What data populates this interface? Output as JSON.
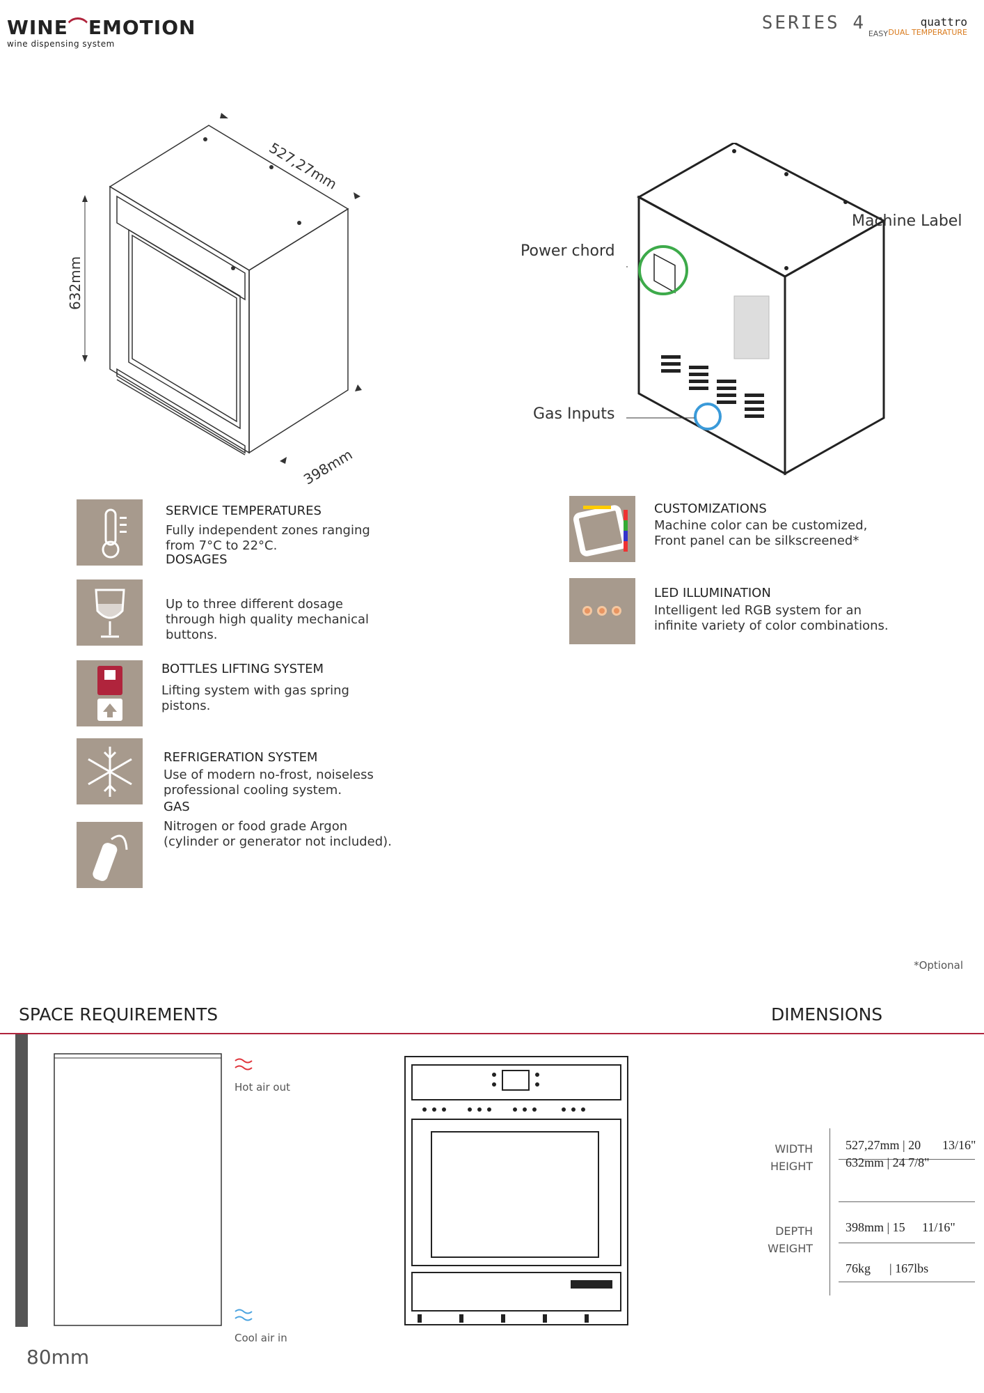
{
  "header": {
    "brand_logo": "WINE EMOTION",
    "brand_tagline": "wine dispensing system",
    "series": "SERIES 4",
    "series_sub": "EASY",
    "quattro": "quattro",
    "dual": "DUAL TEMPERATURE"
  },
  "iso_dimensions": {
    "width": "527,27mm",
    "height": "632mm",
    "depth": "398mm"
  },
  "callouts": {
    "power": "Power chord",
    "machine_label": "Machine Label",
    "gas_inputs": "Gas Inputs"
  },
  "features_left": [
    {
      "icon": "thermometer-icon",
      "title": "SERVICE TEMPERATURES",
      "text": "Fully independent zones ranging from 7°C to 22°C."
    },
    {
      "icon": "wine-glass-icon",
      "title": "DOSAGES",
      "text": "Up to three different dosage through high quality mechanical buttons."
    },
    {
      "icon": "bottle-lift-icon",
      "title": "BOTTLES LIFTING SYSTEM",
      "text": "Lifting system with gas spring pistons."
    },
    {
      "icon": "snowflake-icon",
      "title": "REFRIGERATION SYSTEM",
      "text": "Use of modern no-frost, noiseless professional cooling system."
    },
    {
      "icon": "gas-cylinder-icon",
      "title": "GAS",
      "text": "Nitrogen or food grade Argon (cylinder or generator not included)."
    }
  ],
  "features_right": [
    {
      "icon": "customization-icon",
      "title": "CUSTOMIZATIONS",
      "text": "Machine color can be customized, Front panel can be silkscreened*"
    },
    {
      "icon": "led-icon",
      "title": "LED ILLUMINATION",
      "text": "Intelligent led RGB system for an infinite variety of color combinations."
    }
  ],
  "optional_note": "*Optional",
  "space": {
    "title": "SPACE REQUIREMENTS",
    "hot_air": "Hot air out",
    "cool_air": "Cool air in",
    "clearance": "80mm"
  },
  "dimensions": {
    "title": "DIMENSIONS",
    "width_label": "WIDTH",
    "height_label": "HEIGHT",
    "depth_label": "DEPTH",
    "weight_label": "WEIGHT",
    "width_val": "527,27mm | 20",
    "width_frac": "13/16\"",
    "height_val": "632mm | 24 7/8\"",
    "depth_val": "398mm | 15",
    "depth_frac": "11/16\"",
    "weight_val": "76kg",
    "weight_lbs": "| 167lbs"
  },
  "colors": {
    "accent": "#b0243c",
    "icon_bg": "#a79a8d",
    "power_ring": "#3daa4a",
    "gas_ring": "#3a9ad9",
    "hot": "#e0333a",
    "cool": "#4aa3e0"
  }
}
